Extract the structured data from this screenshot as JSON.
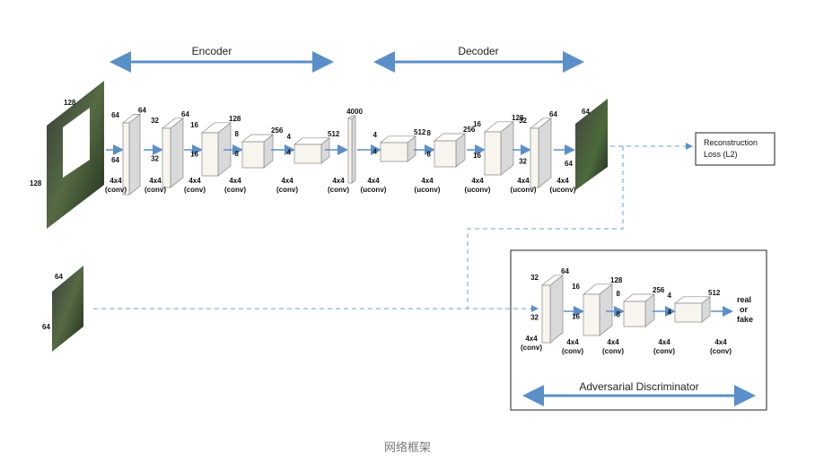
{
  "caption": "网络框架",
  "encoder_label": "Encoder",
  "decoder_label": "Decoder",
  "discriminator_label": "Adversarial Discriminator",
  "reconstruction_box": {
    "line1": "Reconstruction",
    "line2": "Loss (L2)"
  },
  "output_label": {
    "line1": "real",
    "line2": "or",
    "line3": "fake"
  },
  "input_image": {
    "top": "128",
    "left": "128"
  },
  "output_image": {
    "top": "64",
    "left": "64"
  },
  "patch_image": {
    "top": "64",
    "left": "64"
  },
  "encoder_blocks": [
    {
      "top": "64",
      "depth": "64",
      "side": "64",
      "op1": "4x4",
      "op2": "(conv)"
    },
    {
      "top": "32",
      "depth": "64",
      "side": "32",
      "op1": "4x4",
      "op2": "(conv)"
    },
    {
      "top": "16",
      "depth": "128",
      "side": "16",
      "op1": "4x4",
      "op2": "(conv)"
    },
    {
      "top": "8",
      "depth": "256",
      "side": "8",
      "op1": "4x4",
      "op2": "(conv)"
    },
    {
      "top": "4",
      "depth": "512",
      "side": "4",
      "op1": "4x4",
      "op2": "(conv)"
    }
  ],
  "bottleneck": {
    "depth": "4000",
    "op1": "4x4",
    "op2": "(conv)"
  },
  "decoder_blocks": [
    {
      "top": "4",
      "depth": "512",
      "side": "4",
      "op1": "4x4",
      "op2": "(uconv)"
    },
    {
      "top": "8",
      "depth": "256",
      "side": "8",
      "op1": "4x4",
      "op2": "(uconv)"
    },
    {
      "top": "16",
      "depth": "128",
      "side": "16",
      "op1": "4x4",
      "op2": "(uconv)"
    },
    {
      "top": "32",
      "depth": "64",
      "side": "32",
      "op1": "4x4",
      "op2": "(uconv)"
    }
  ],
  "decoder_last_op": {
    "op1": "4x4",
    "op2": "(uconv)"
  },
  "disc_blocks": [
    {
      "top": "32",
      "depth": "64",
      "side": "32",
      "op1": "4x4",
      "op2": "(conv)"
    },
    {
      "top": "16",
      "depth": "128",
      "side": "16",
      "op1": "4x4",
      "op2": "(conv)"
    },
    {
      "top": "8",
      "depth": "256",
      "side": "8",
      "op1": "4x4",
      "op2": "(conv)"
    },
    {
      "top": "4",
      "depth": "512",
      "side": "4",
      "op1": "4x4",
      "op2": "(conv)"
    }
  ],
  "disc_last_op": {
    "op1": "4x4",
    "op2": "(conv)"
  },
  "colors": {
    "arrow": "#5b8fc7",
    "block_front": "#f7f5ee",
    "block_top": "#ffffff",
    "block_side": "#d9d9d9",
    "dash": "#6a9fd4"
  }
}
